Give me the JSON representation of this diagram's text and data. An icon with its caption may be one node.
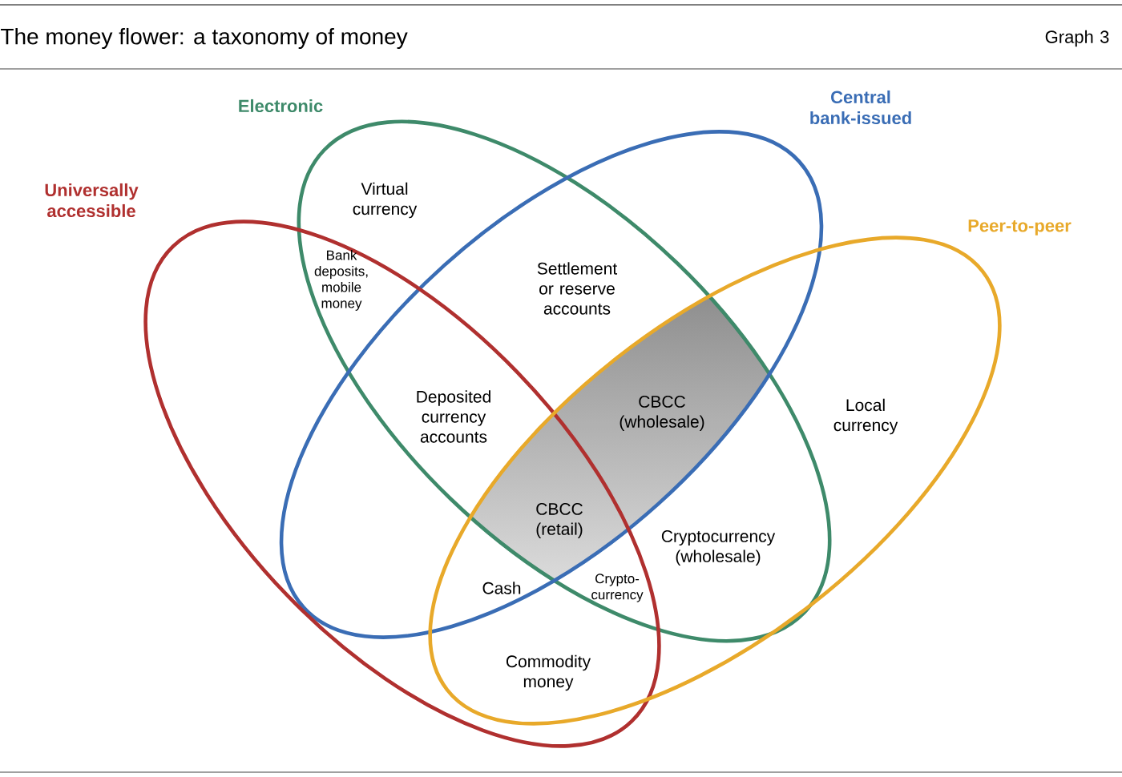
{
  "diagram": {
    "title": "The money flower: a taxonomy of money",
    "nodes": [
      {
        "text": [
          "Electronic"
        ]
      },
      {
        "text": [
          "Central bank-issued"
        ]
      },
      {
        "text": [
          "Universally accessible"
        ]
      },
      {
        "text": [
          "Peer-to-peer"
        ]
      }
    ],
    "labels": [
      "Graph 3",
      "Virtual currency",
      "Bank deposits, mobile money",
      "Settlement or reserve accounts",
      "Deposited currency accounts",
      "CBCC (wholesale)",
      "Local currency",
      "CBCC (retail)",
      "Cryptocurrency (wholesale)",
      "Cash",
      "Crypto-currency",
      "Commodity money"
    ]
  }
}
